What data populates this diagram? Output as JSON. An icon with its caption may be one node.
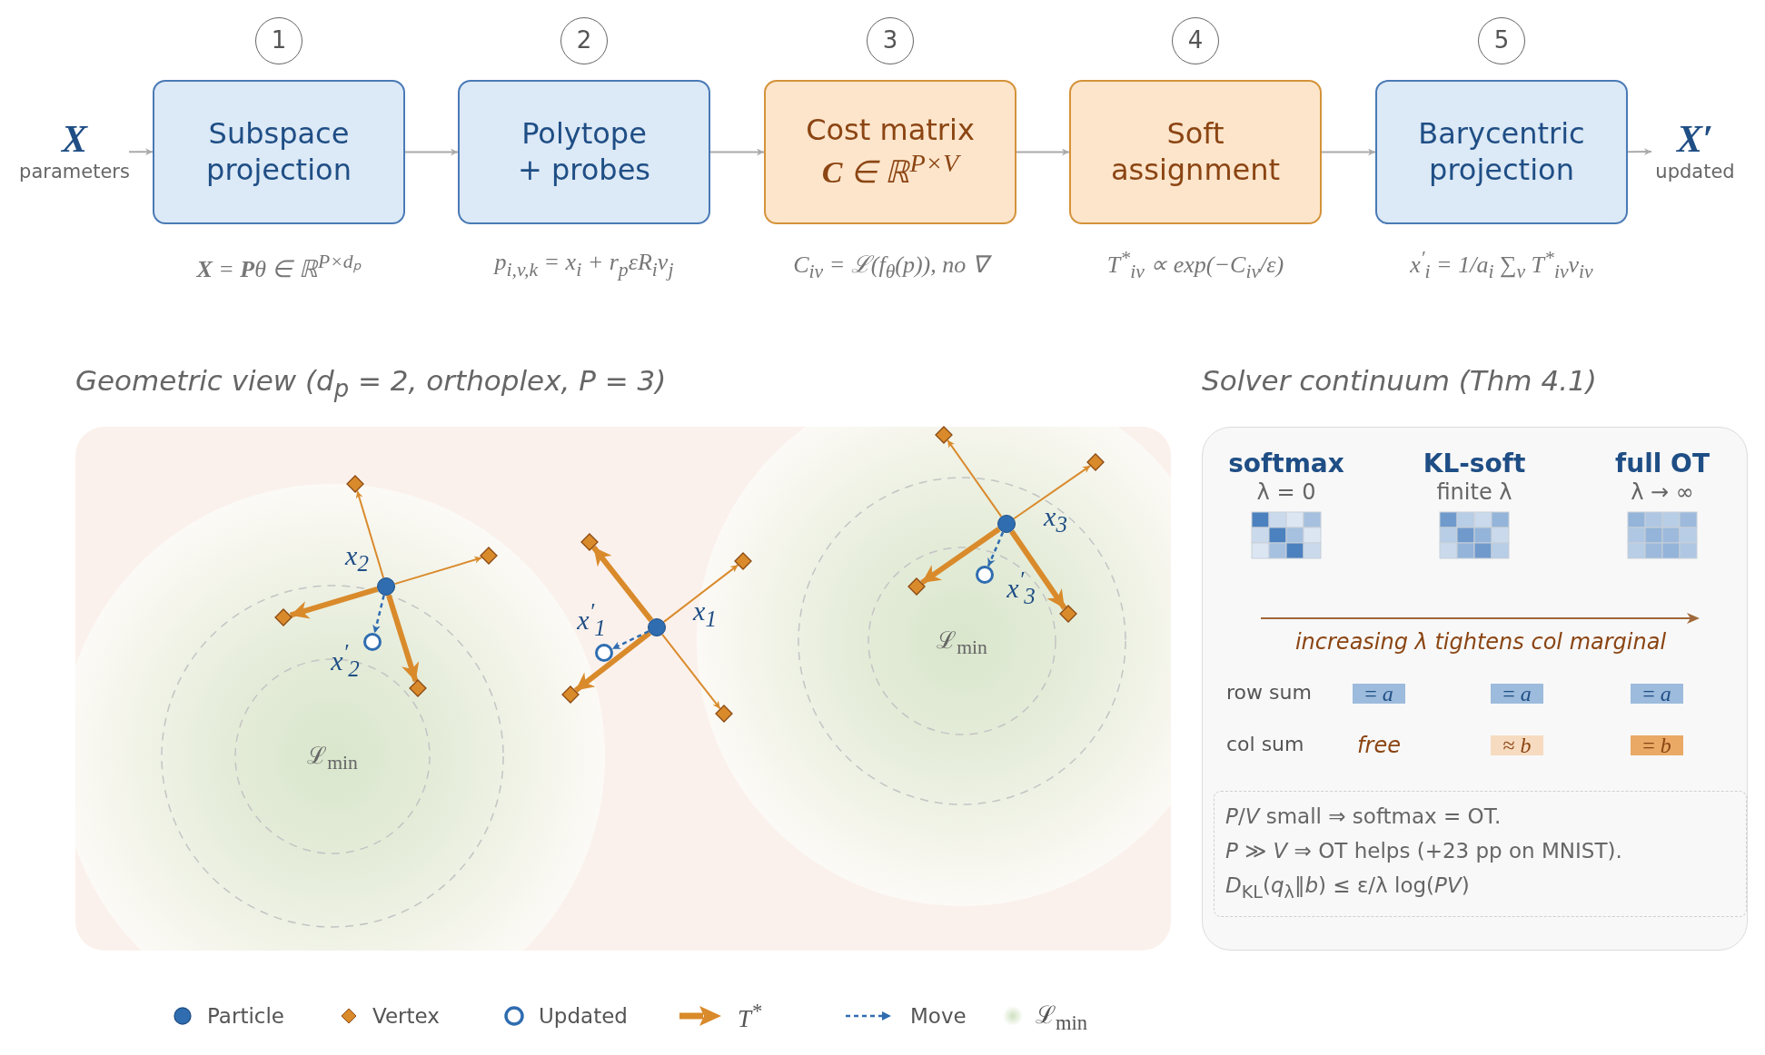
{
  "diagram": {
    "nodes": [
      {
        "text": [
          "1"
        ]
      },
      {
        "text": [
          "2"
        ]
      },
      {
        "text": [
          "3"
        ]
      },
      {
        "text": [
          "4"
        ]
      },
      {
        "text": [
          "5"
        ]
      },
      {
        "text": [
          "X",
          "parameters"
        ]
      },
      {
        "text": [
          "Subspace projection"
        ],
        "beside": [
          "**X** = **P**θ ∈ ℝ$^{P×dₚ}$"
        ]
      },
      {
        "text": [
          "Polytope + probes"
        ],
        "beside": [
          "p$_{i,v,k}$ = x$_{i}$ + r$_{p}$εR$_{i}$v$_{j}$"
        ]
      },
      {
        "text": [
          "Cost matrix",
          "**C** ∈ ℝ$^{P×V}$"
        ],
        "beside": [
          "C$_{iv}$ = ℒ(f$_{θ}$(p)), no ∇"
        ]
      },
      {
        "text": [
          "Soft assignment"
        ],
        "beside": [
          "T$^{*}$$_{iv}$ ∝ exp(−C$_{iv}$/ε)"
        ]
      },
      {
        "text": [
          "Barycentric projection"
        ],
        "beside": [
          "x$^{′}$$_{i}$ = 1/a$_{i}$ ∑$_{v}$ T$^{*}$$_{iv}$v$_{iv}$"
        ]
      },
      {
        "text": [
          "X′",
          "updated"
        ]
      },
      {
        "text": [
          "Geometric view (d$_{p}$ = 2, orthoplex, P = 3)"
        ]
      },
      {
        "text": [
          "Solver continuum (Thm 4.1)"
        ]
      },
      {
        "text": [],
        "shape": "circle",
        "in": 12,
        "beside": [
          "x$_{2}$"
        ]
      },
      {
        "text": [],
        "shape": "circle",
        "in": 12,
        "beside": [
          "x$_{1}$"
        ]
      },
      {
        "text": [],
        "shape": "circle",
        "in": 12,
        "beside": [
          "x$_{3}$"
        ]
      },
      {
        "text": [],
        "shape": "diamond",
        "in": 12
      },
      {
        "text": [],
        "shape": "diamond",
        "in": 12
      },
      {
        "text": [],
        "shape": "diamond",
        "in": 12
      },
      {
        "text": [],
        "shape": "diamond",
        "in": 12
      },
      {
        "text": [],
        "shape": "diamond",
        "in": 12
      },
      {
        "text": [],
        "shape": "diamond",
        "in": 12
      },
      {
        "text": [],
        "shape": "diamond",
        "in": 12
      },
      {
        "text": [],
        "shape": "diamond",
        "in": 12
      },
      {
        "text": [],
        "shape": "diamond",
        "in": 12
      },
      {
        "text": [],
        "shape": "diamond",
        "in": 12
      },
      {
        "text": [],
        "shape": "diamond",
        "in": 12
      },
      {
        "text": [],
        "shape": "diamond",
        "in": 12
      },
      {
        "text": [],
        "shape": "circle",
        "in": 12,
        "beside": [
          "x$^{′}$$_{2}$"
        ]
      },
      {
        "text": [],
        "shape": "circle",
        "in": 12,
        "beside": [
          "x$^{′}$$_{1}$"
        ]
      },
      {
        "text": [],
        "shape": "circle",
        "in": 12,
        "beside": [
          "x$^{′}$$_{3}$"
        ]
      },
      {
        "text": [
          "*P*/*V* small ⇒ softmax = OT.",
          "*P* ≫ *V* ⇒ OT helps (+23 pp on MNIST).",
          "*D*$_{KL}$(*q*$_{λ}$‖*b*) ≤ ε/λ log(*PV*)"
        ],
        "in": 13
      }
    ],
    "edges": [
      {
        "from": 5,
        "to": 6,
        "arrow": "to",
        "color": "#aaaaaa"
      },
      {
        "from": 6,
        "to": 7,
        "arrow": "to",
        "color": "#aaaaaa"
      },
      {
        "from": 7,
        "to": 8,
        "arrow": "to",
        "color": "#aaaaaa"
      },
      {
        "from": 8,
        "to": 9,
        "arrow": "to",
        "color": "#aaaaaa"
      },
      {
        "from": 9,
        "to": 10,
        "arrow": "to",
        "color": "#aaaaaa"
      },
      {
        "from": 10,
        "to": 11,
        "arrow": "to",
        "color": "#aaaaaa"
      },
      {
        "from": 14,
        "to": 17,
        "arrow": "to",
        "style": "thick"
      },
      {
        "from": 14,
        "to": 18,
        "arrow": "to"
      },
      {
        "from": 14,
        "to": 19,
        "arrow": "to",
        "style": "thick"
      },
      {
        "from": 14,
        "to": 20,
        "arrow": "to"
      },
      {
        "from": 15,
        "to": 21,
        "arrow": "to",
        "style": "thick"
      },
      {
        "from": 15,
        "to": 22,
        "arrow": "to",
        "style": "thick"
      },
      {
        "from": 15,
        "to": 23,
        "arrow": "to"
      },
      {
        "from": 15,
        "to": 24,
        "arrow": "to"
      },
      {
        "from": 16,
        "to": 25,
        "arrow": "to",
        "style": "thick"
      },
      {
        "from": 16,
        "to": 26,
        "arrow": "to"
      },
      {
        "from": 16,
        "to": 27,
        "arrow": "to",
        "style": "thick"
      },
      {
        "from": 16,
        "to": 28,
        "arrow": "to"
      },
      {
        "from": 14,
        "to": 29,
        "arrow": "to",
        "style": "dashed",
        "color": "#2f6db0"
      },
      {
        "from": 15,
        "to": 30,
        "arrow": "to",
        "style": "dashed",
        "color": "#2f6db0"
      },
      {
        "from": 16,
        "to": 31,
        "arrow": "to",
        "style": "dashed",
        "color": "#2f6db0"
      }
    ],
    "labels": [
      "ℒ$_{min}$",
      "ℒ$_{min}$",
      "softmax",
      "KL-soft",
      "full OT",
      "λ = 0",
      "finite λ",
      "λ → ∞",
      "increasing λ tightens col marginal",
      "row sum",
      "= *a*",
      "= *a*",
      "= *a*",
      "col sum",
      "free",
      "≈ *b*",
      "= *b*"
    ],
    "legend": [
      {
        "text": "Particle"
      },
      {
        "text": "Vertex"
      },
      {
        "text": "Updated"
      },
      {
        "text": "T$^{*}$"
      },
      {
        "text": "Move"
      },
      {
        "text": "ℒ$_{min}$"
      }
    ]
  }
}
